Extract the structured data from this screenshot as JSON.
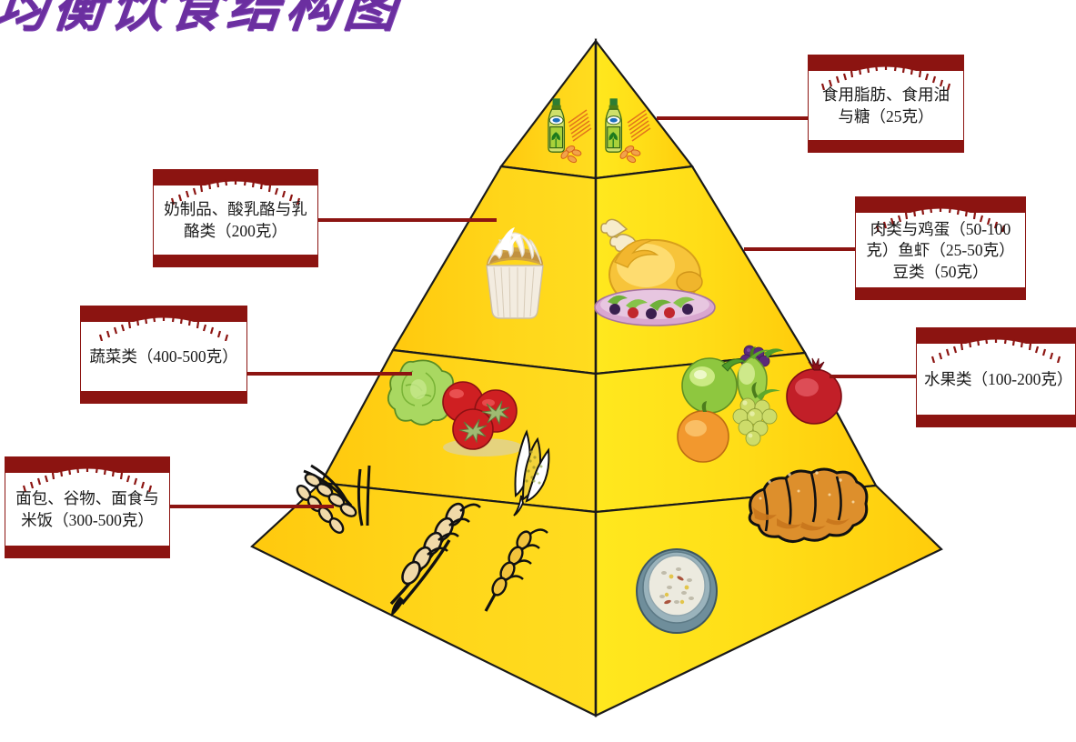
{
  "title": "均衡饮食结构图",
  "colors": {
    "title_purple": "#6b2fa0",
    "box_border_dark_red": "#8c1411",
    "pyramid_left_face": "#FFD11A",
    "pyramid_right_face": "#FFE01A",
    "connector_red": "#8c1411",
    "outline_black": "#1a1a1a"
  },
  "diagram": {
    "type": "food-pyramid",
    "tier_count": 4,
    "faces": [
      "left",
      "right"
    ]
  },
  "callouts": [
    {
      "id": "fats",
      "label": "食用脂肪、食用油与糖（25克）",
      "tier": 1,
      "side": "right",
      "food_icons": [
        "oil-bottle-icon",
        "noodles-icon"
      ]
    },
    {
      "id": "dairy",
      "label": "奶制品、酸乳酪与乳酪类（200克）",
      "tier": 2,
      "side": "left",
      "food_icons": [
        "cupcake-icon"
      ]
    },
    {
      "id": "meat",
      "label": "肉类与鸡蛋（50-100克）鱼虾（25-50克）豆类（50克）",
      "tier": 2,
      "side": "right",
      "food_icons": [
        "roast-chicken-icon"
      ]
    },
    {
      "id": "vegetables",
      "label": "蔬菜类（400-500克）",
      "tier": 3,
      "side": "left",
      "food_icons": [
        "lettuce-icon",
        "tomato-icon",
        "corn-icon"
      ]
    },
    {
      "id": "fruit",
      "label": "水果类（100-200克）",
      "tier": 3,
      "side": "right",
      "food_icons": [
        "lime-icon",
        "blackberry-icon",
        "pomegranate-icon",
        "grapes-icon",
        "orange-icon",
        "pear-icon"
      ]
    },
    {
      "id": "grains",
      "label": "面包、谷物、面食与米饭（300-500克）",
      "tier": 4,
      "side": "left",
      "food_icons": [
        "rice-stalk-icon",
        "wheat-stalk-icon",
        "barley-stalk-icon",
        "rice-bowl-icon",
        "bread-loaf-icon"
      ]
    }
  ]
}
